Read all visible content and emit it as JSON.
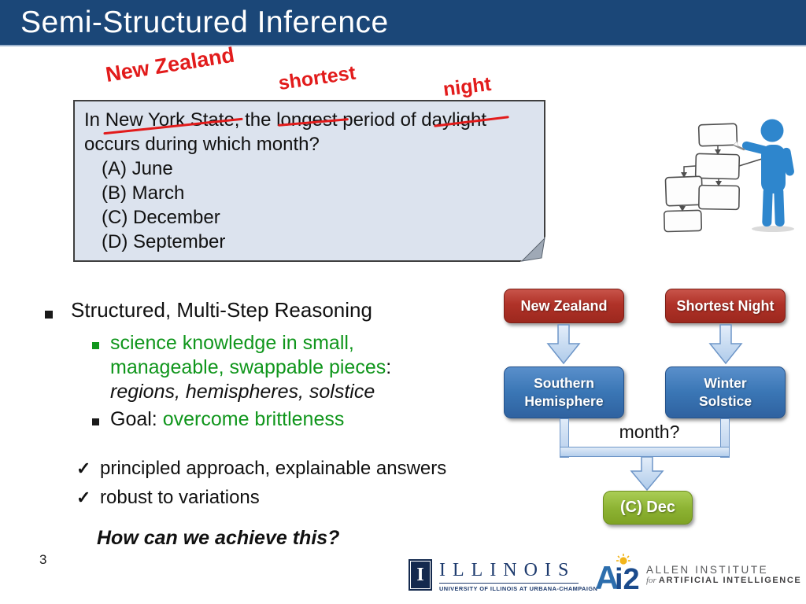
{
  "colors": {
    "header_blue": "#1B4778",
    "question_box_bg": "#DCE3EE",
    "annotation_red": "#E21B1B",
    "node_red": "#B03228",
    "node_blue": "#3A76B5",
    "node_green": "#8CB232",
    "text_green": "#10961C"
  },
  "header": {
    "title": "Semi-Structured Inference"
  },
  "annotations": {
    "a1": "New Zealand",
    "a2": "shortest",
    "a3": "night"
  },
  "question": {
    "prefix": "In ",
    "struck1": "New York State",
    "mid1": ", the ",
    "struck2": "longest",
    "mid2": " period of ",
    "struck3": "daylight",
    "line2": "occurs during which month?",
    "options": [
      "(A) June",
      "(B) March",
      "(C) December",
      "(D) September"
    ]
  },
  "bullets": {
    "main": "Structured, Multi-Step Reasoning",
    "sub1_line1": "science knowledge in small,",
    "sub1_line2_green": "manageable, swappable pieces",
    "sub1_line2_colon": ":",
    "sub1_line3_italic": "regions, hemispheres, solstice",
    "sub2_black": "Goal: ",
    "sub2_green": "overcome brittleness"
  },
  "checks": {
    "items": [
      "principled approach, explainable answers",
      "robust to variations"
    ]
  },
  "closing_question": "How can we achieve this?",
  "page_number": "3",
  "diagram": {
    "node_nz": "New Zealand",
    "node_sn": "Shortest Night",
    "node_sh": "Southern Hemisphere",
    "node_ws": "Winter Solstice",
    "month_label": "month?",
    "answer": "(C) Dec"
  },
  "footer": {
    "illinois": {
      "shield_letter": "I",
      "wordmark": "ILLINOIS",
      "tagline": "UNIVERSITY OF ILLINOIS AT URBANA-CHAMPAIGN"
    },
    "ai2": {
      "line1": "ALLEN INSTITUTE",
      "line2_for": "for",
      "line2_rest": "ARTIFICIAL INTELLIGENCE"
    }
  },
  "icons": {
    "check": "✓"
  }
}
